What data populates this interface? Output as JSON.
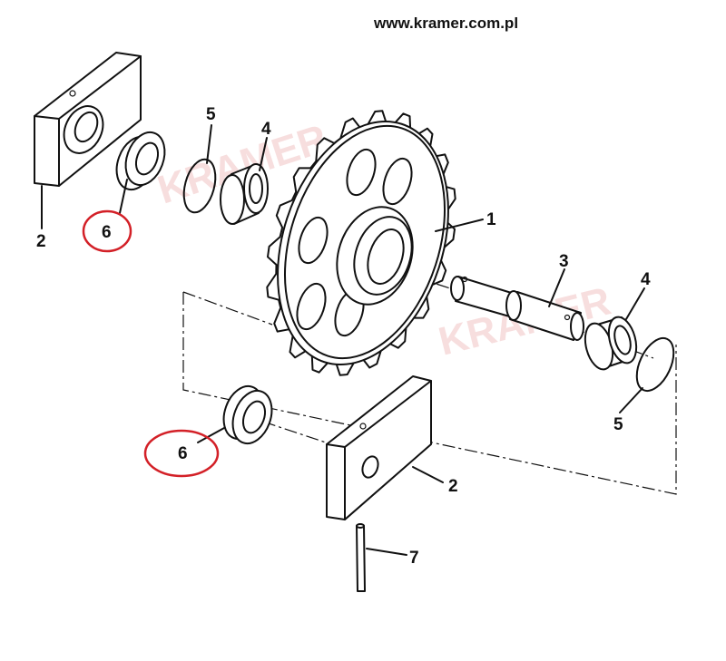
{
  "header": {
    "url": "www.kramer.com.pl"
  },
  "watermark": "KRAMER",
  "callouts": [
    {
      "id": "sprocket",
      "label": "1"
    },
    {
      "id": "plate-upper",
      "label": "2"
    },
    {
      "id": "plate-lower",
      "label": "2"
    },
    {
      "id": "shaft",
      "label": "3"
    },
    {
      "id": "bearing-left",
      "label": "4"
    },
    {
      "id": "bearing-right",
      "label": "4"
    },
    {
      "id": "snap-ring-left",
      "label": "5"
    },
    {
      "id": "snap-ring-right",
      "label": "5"
    },
    {
      "id": "seal-upper",
      "label": "6"
    },
    {
      "id": "seal-lower",
      "label": "6"
    },
    {
      "id": "pin",
      "label": "7"
    }
  ],
  "colors": {
    "highlight": "#d32027",
    "watermark": "#f2c9c9"
  }
}
